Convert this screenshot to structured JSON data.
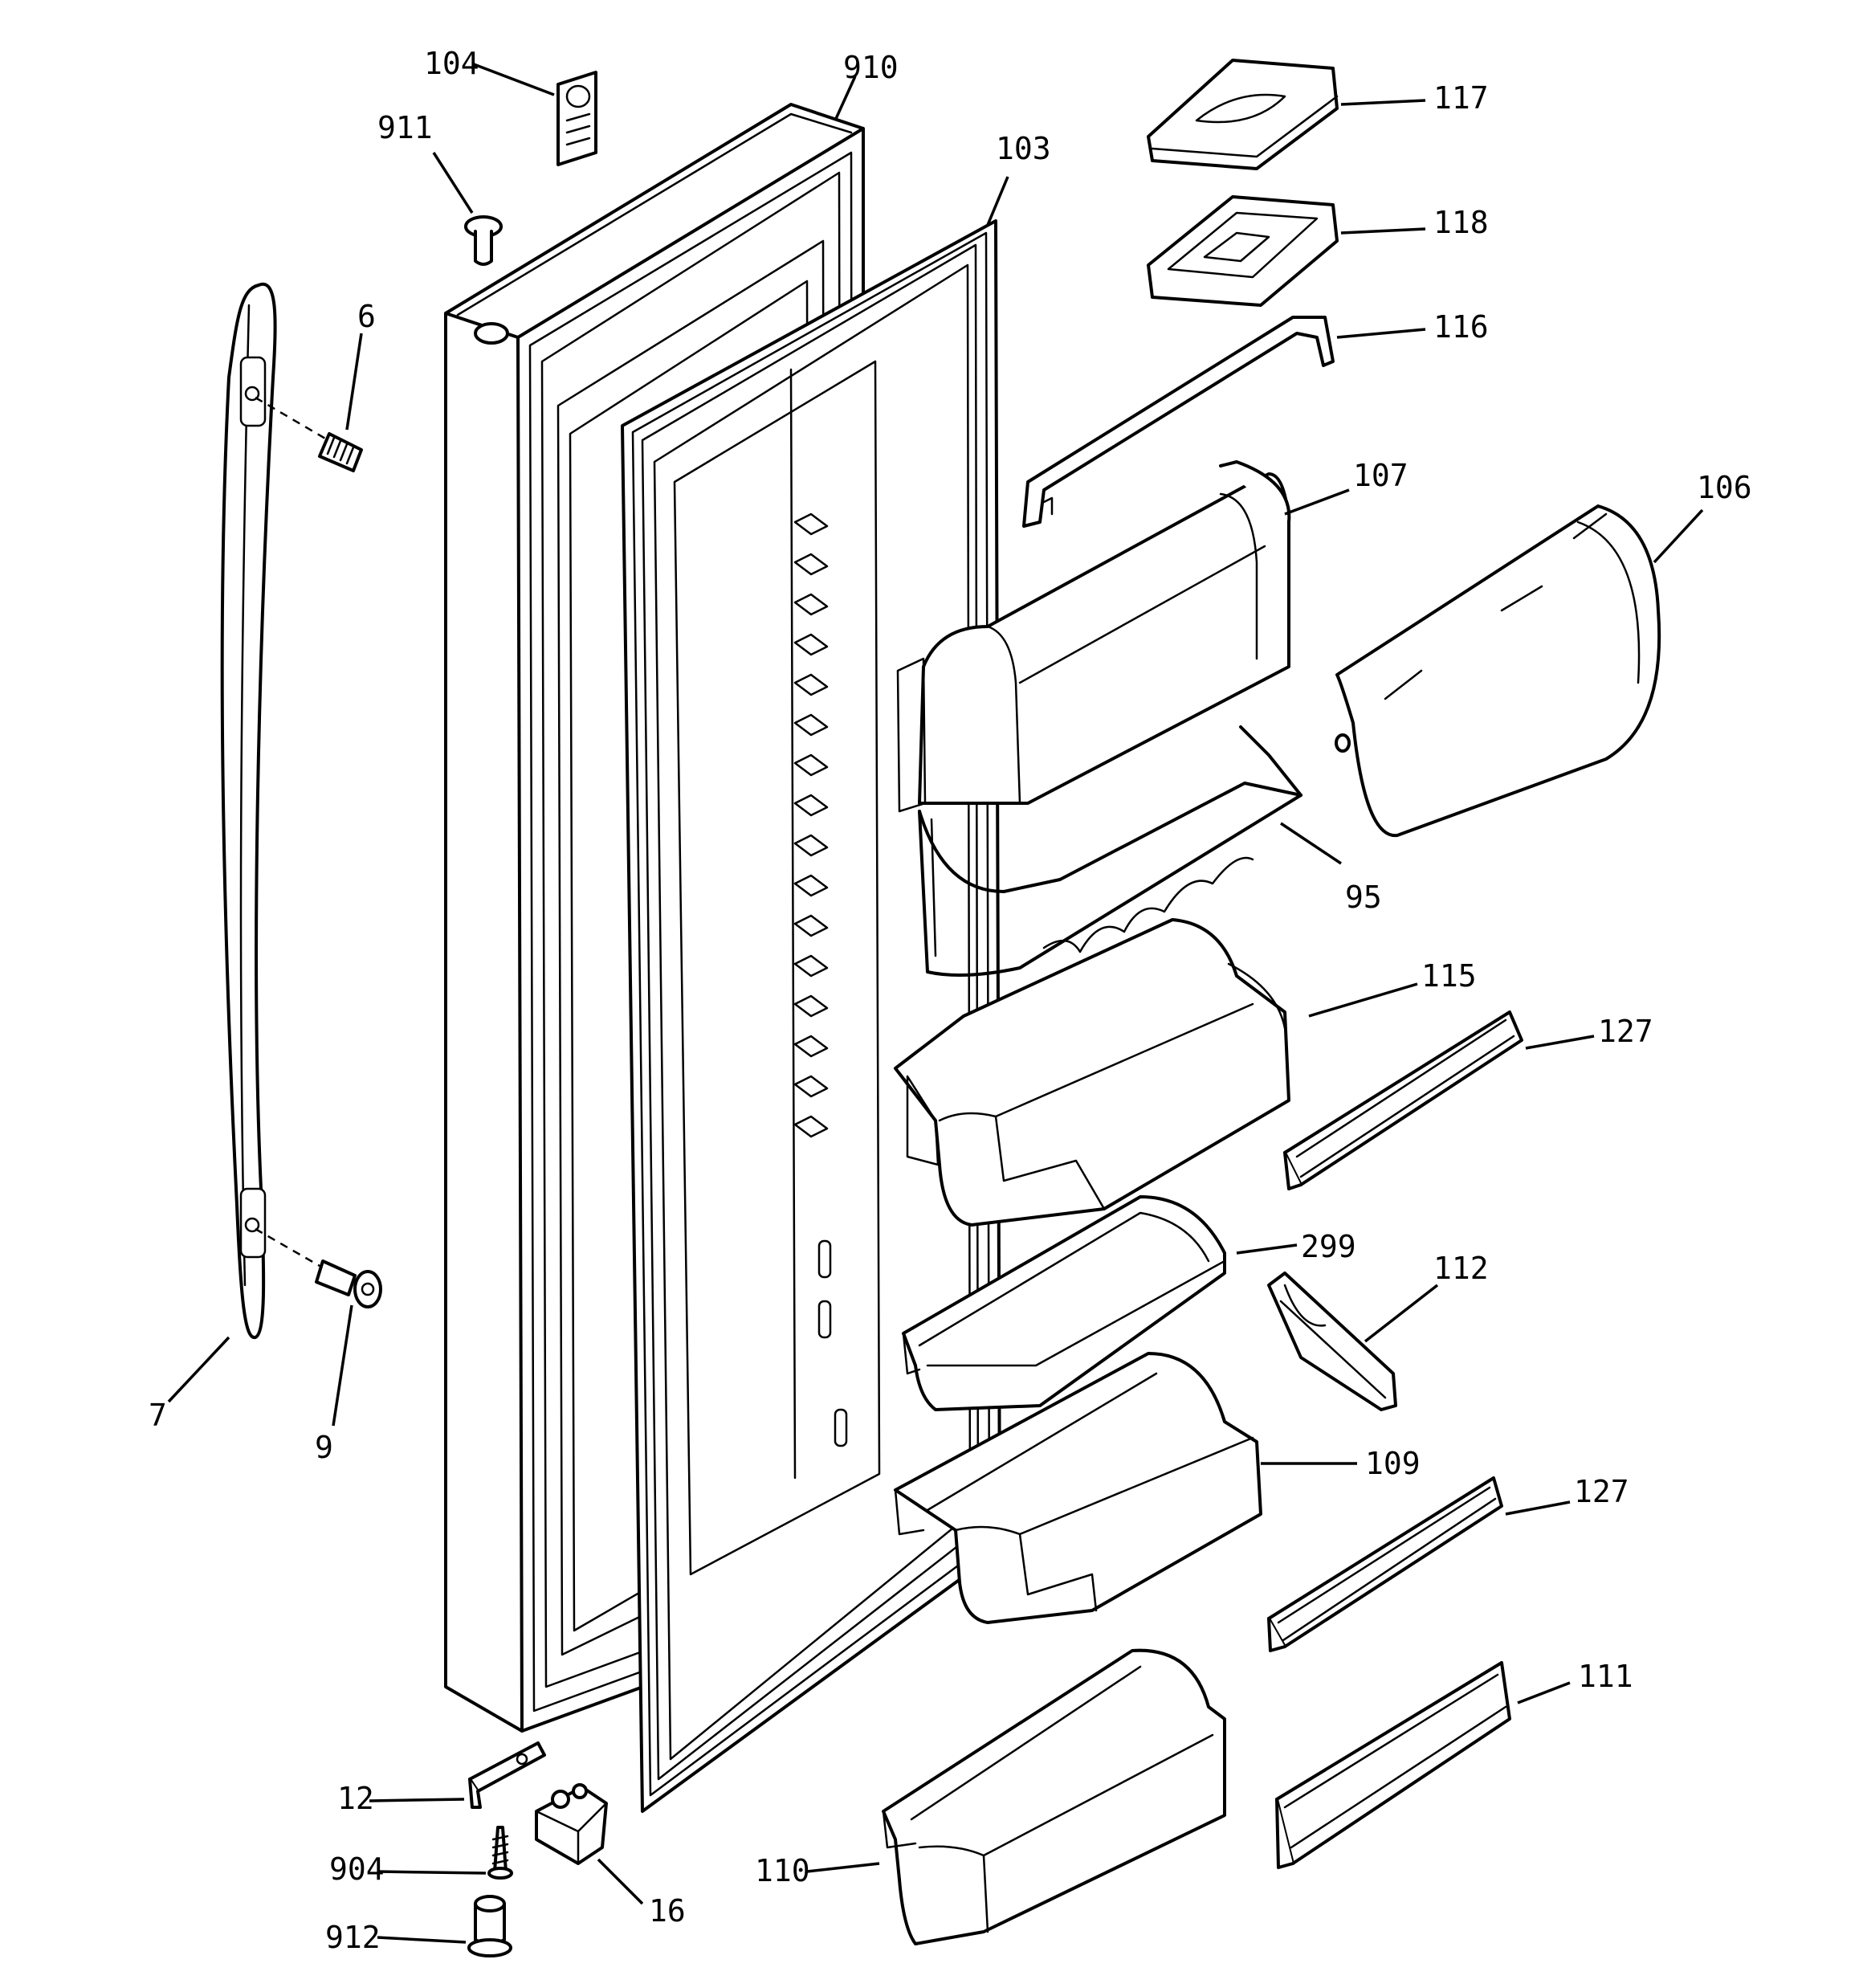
{
  "labels": {
    "p104": "104",
    "p910": "910",
    "p911": "911",
    "p103": "103",
    "p117": "117",
    "p118": "118",
    "p116": "116",
    "p6": "6",
    "p107": "107",
    "p106": "106",
    "p95": "95",
    "p115": "115",
    "p127a": "127",
    "p299": "299",
    "p112": "112",
    "p7": "7",
    "p9": "9",
    "p109": "109",
    "p127b": "127",
    "p111": "111",
    "p12": "12",
    "p904": "904",
    "p16": "16",
    "p110": "110",
    "p912": "912"
  }
}
